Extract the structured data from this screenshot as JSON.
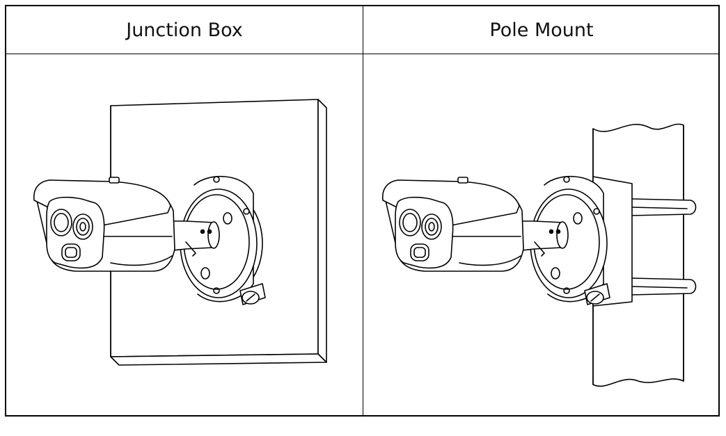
{
  "table": {
    "columns": [
      {
        "header": "Junction Box",
        "illustration": "camera-on-junction-box-wall-mount"
      },
      {
        "header": "Pole Mount",
        "illustration": "camera-on-junction-box-pole-mount"
      }
    ]
  },
  "colors": {
    "line": "#000000",
    "background": "#ffffff"
  }
}
